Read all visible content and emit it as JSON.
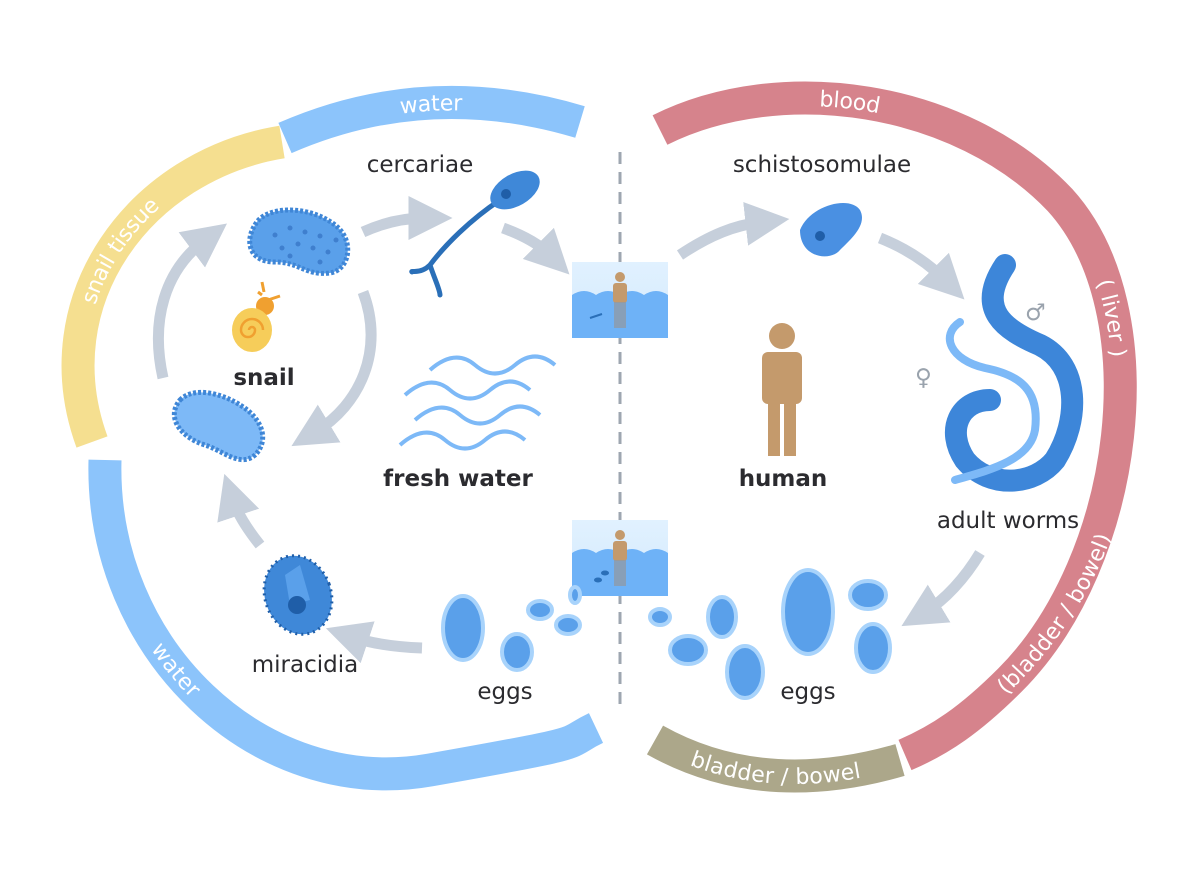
{
  "title": "Schistosome life cycle",
  "colors": {
    "snail_tissue": "#f5df90",
    "water": "#8cc4fb",
    "blood": "#d6838c",
    "bladder_bowel": "#aca78a",
    "organism": "#4a90e2",
    "arrow": "#c6cfdb",
    "human": "#c49a6c"
  },
  "arcs": {
    "snail_tissue": "snail tissue",
    "water_top": "water",
    "water_bottom": "water",
    "blood": "blood",
    "liver": "( liver )",
    "bladder_bowel_paren": "(bladder / bowel)",
    "bladder_bowel": "bladder / bowel"
  },
  "labels": {
    "cercariae": "cercariae",
    "schistosomulae": "schistosomulae",
    "snail": "snail",
    "fresh_water": "fresh water",
    "human": "human",
    "adult_worms": "adult worms",
    "miracidia": "miracidia",
    "eggs_left": "eggs",
    "eggs_right": "eggs"
  },
  "symbols": {
    "male": "♂",
    "female": "♀"
  }
}
